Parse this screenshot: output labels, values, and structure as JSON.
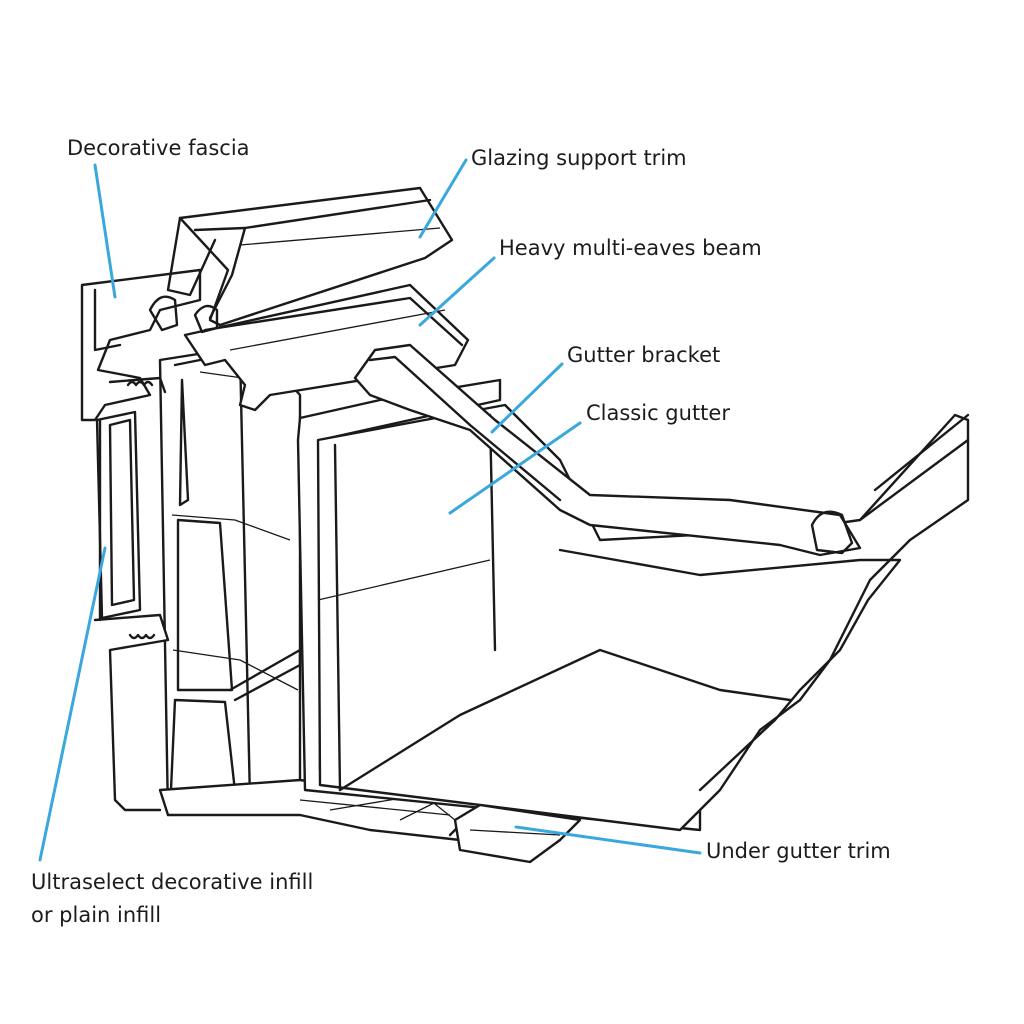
{
  "colors": {
    "leader": "#3aa7dd",
    "outline": "#1a1a1a",
    "text": "#1c1c1c",
    "background": "#ffffff"
  },
  "labels": {
    "decorative_fascia": "Decorative fascia",
    "glazing_support_trim": "Glazing support trim",
    "heavy_multi_eaves_beam": "Heavy multi-eaves beam",
    "gutter_bracket": "Gutter bracket",
    "classic_gutter": "Classic gutter",
    "under_gutter_trim": "Under gutter trim",
    "infill_line1": "Ultraselect decorative infill",
    "infill_line2": "or plain infill"
  }
}
